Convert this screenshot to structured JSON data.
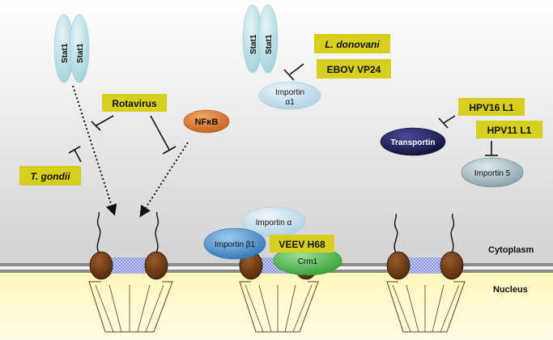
{
  "compartments": {
    "cytoplasm": "Cytoplasm",
    "nucleus": "Nucleus"
  },
  "colors": {
    "cytoplasm_top": "#ffffff",
    "cytoplasm_bottom": "#d4d4d4",
    "nucleus": "#fffbd0",
    "label_box": "#d6cf1e",
    "stat1": "#bfe0e6",
    "importin": "#c8e0ee",
    "transportin": "#1a1a4a",
    "importin5": "#a0b8c0",
    "nfkb": "#e07a2c",
    "importin_b1": "#4a90c8",
    "crm1": "#4cbc4c",
    "pore_body": "#6b3a1a",
    "pore_mesh": "#9aa0e0"
  },
  "panel1": {
    "stat1_a": "Stat1",
    "stat1_b": "Stat1",
    "rotavirus": "Rotavirus",
    "t_gondii": "T. gondii",
    "nfkb": "NFκB"
  },
  "panel2": {
    "stat1_a": "Stat1",
    "stat1_b": "Stat1",
    "l_donovani": "L. donovani",
    "ebov": "EBOV VP24",
    "importin_a1_line1": "Importin",
    "importin_a1_line2": "α1",
    "importin_alpha": "Importin α",
    "importin_b1": "Importin β1",
    "veev": "VEEV H68",
    "crm1": "Crm1"
  },
  "panel3": {
    "hpv16": "HPV16 L1",
    "hpv11": "HPV11 L1",
    "transportin": "Transportin",
    "importin5": "Importin 5"
  }
}
